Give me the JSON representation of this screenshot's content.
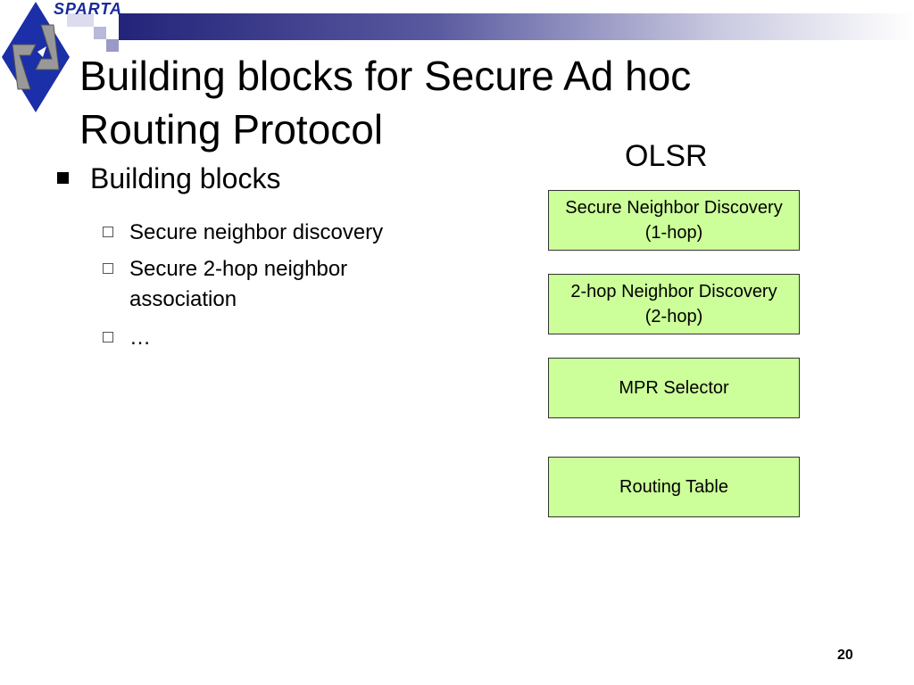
{
  "logo": {
    "text": "SPARTA"
  },
  "title": "Building blocks for Secure Ad hoc Routing Protocol",
  "bullet": "Building blocks",
  "sub_bullets": [
    "Secure neighbor discovery",
    "Secure 2-hop neighbor association",
    "…"
  ],
  "diagram": {
    "heading": "OLSR",
    "boxes": [
      {
        "line1": "Secure Neighbor Discovery",
        "line2": "(1-hop)"
      },
      {
        "line1": "2-hop Neighbor Discovery",
        "line2": "(2-hop)"
      },
      {
        "line1": "MPR Selector",
        "line2": ""
      },
      {
        "line1": "Routing Table",
        "line2": ""
      }
    ]
  },
  "page_number": "20",
  "colors": {
    "box_fill": "#ccff99",
    "bar": "#23237a"
  }
}
